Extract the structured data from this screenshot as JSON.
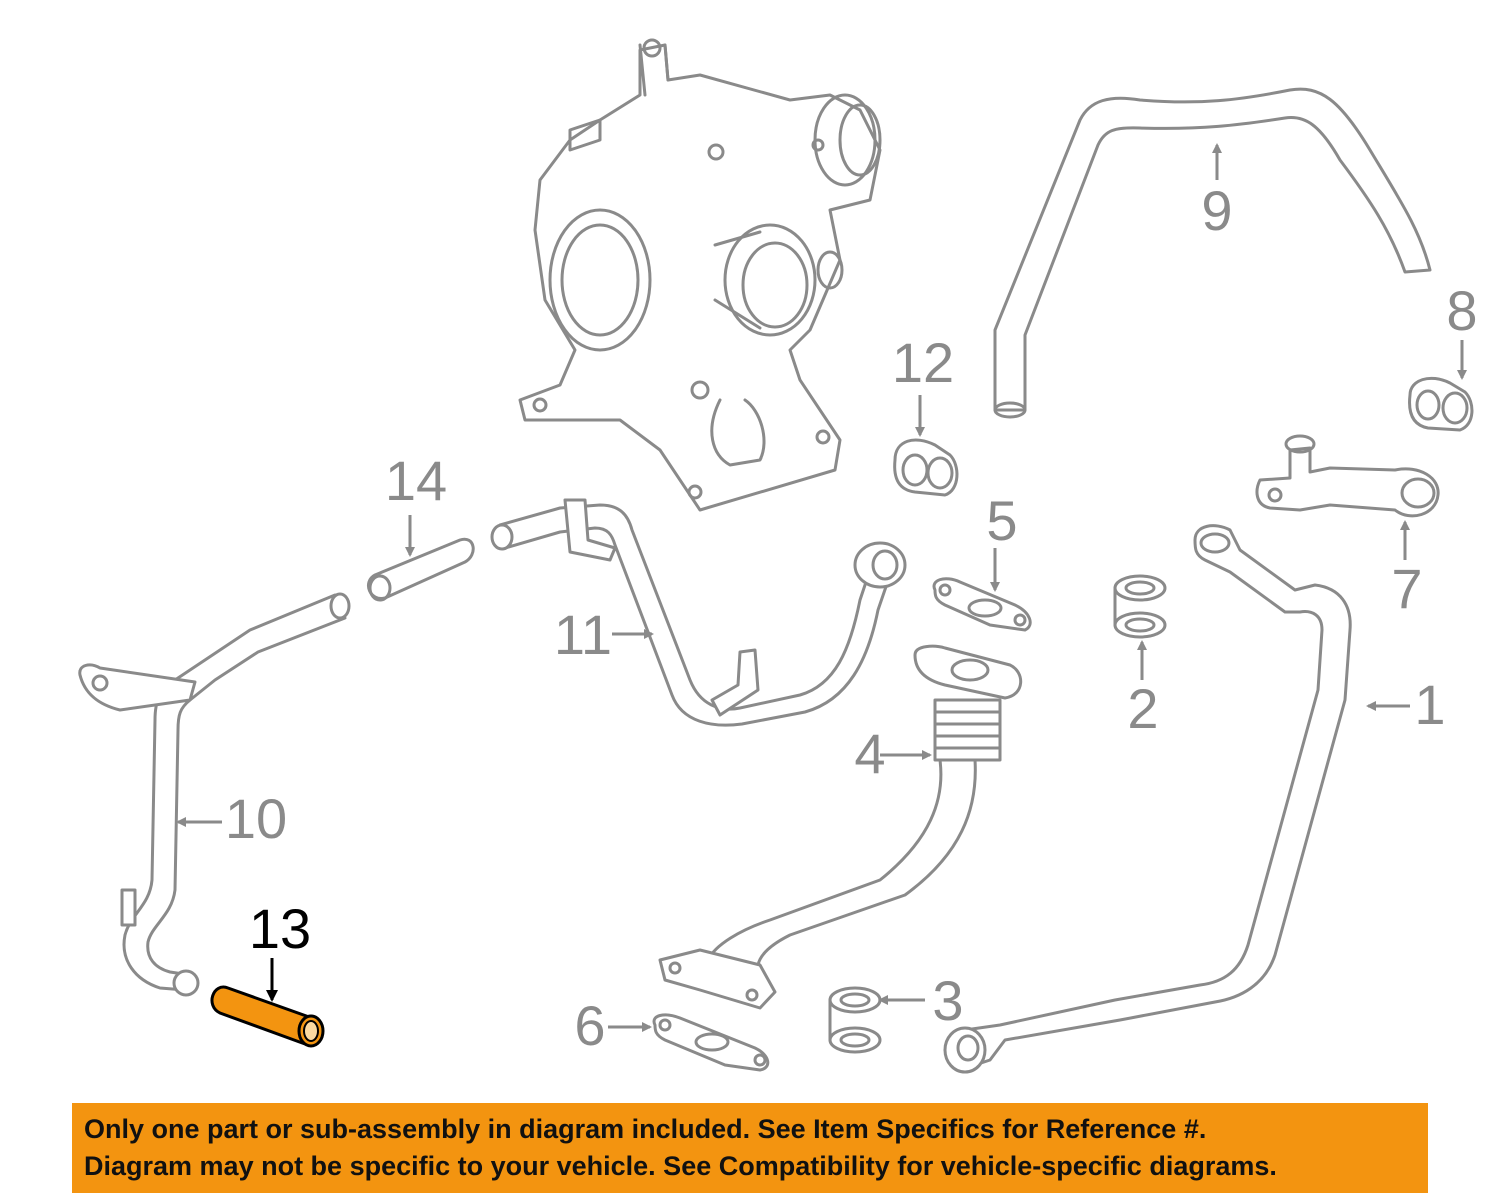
{
  "callouts": {
    "c1": "1",
    "c2": "2",
    "c3": "3",
    "c4": "4",
    "c5": "5",
    "c6": "6",
    "c7": "7",
    "c8": "8",
    "c9": "9",
    "c10": "10",
    "c11": "11",
    "c12": "12",
    "c13": "13",
    "c14": "14"
  },
  "highlighted_part": "13",
  "colors": {
    "highlight": "#f39410",
    "banner": "#f39410",
    "linework": "#8a8a8a"
  },
  "banner": {
    "line1": "Only one part or sub-assembly in diagram included. See Item Specifics for Reference #.",
    "line2": "Diagram may not be specific to your vehicle. See Compatibility for vehicle-specific diagrams."
  }
}
